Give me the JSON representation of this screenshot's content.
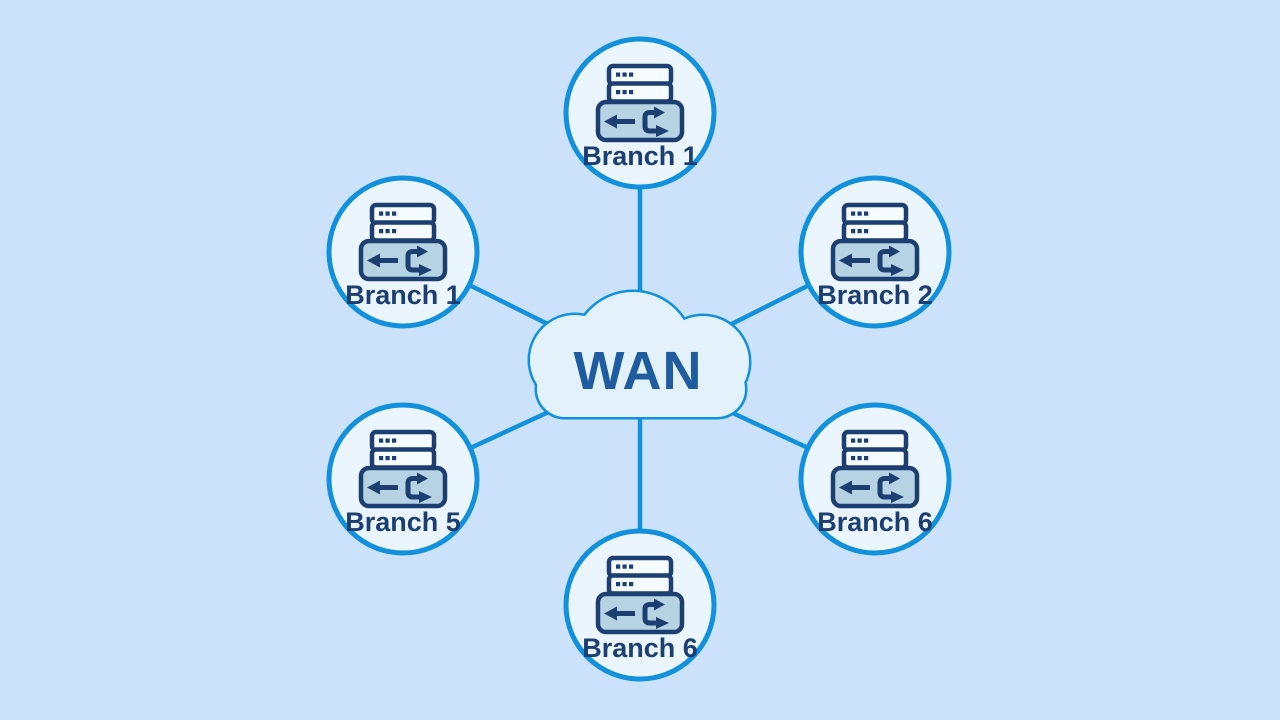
{
  "diagram": {
    "type": "hub-and-spoke-network-topology",
    "hub": {
      "label": "WAN",
      "shape": "cloud"
    },
    "nodes": [
      {
        "position": "top",
        "label": "Branch 1",
        "icon": "server-router-icon"
      },
      {
        "position": "upper-left",
        "label": "Branch 1",
        "icon": "server-router-icon"
      },
      {
        "position": "upper-right",
        "label": "Branch 2",
        "icon": "server-router-icon"
      },
      {
        "position": "lower-left",
        "label": "Branch 5",
        "icon": "server-router-icon"
      },
      {
        "position": "lower-right",
        "label": "Branch 6",
        "icon": "server-router-icon"
      },
      {
        "position": "bottom",
        "label": "Branch 6",
        "icon": "server-router-icon"
      }
    ],
    "links": [
      "hub-to-top",
      "hub-to-upper-left",
      "hub-to-upper-right",
      "hub-to-lower-left",
      "hub-to-lower-right",
      "hub-to-bottom"
    ],
    "colors": {
      "background": "#cbe2fa",
      "stroke_blue": "#1190dc",
      "node_fill": "#eaf5fd",
      "cloud_fill": "#e3f1fb",
      "label_navy": "#1c3e70",
      "hub_text": "#1e5c9f",
      "router_fill": "#b5d3e2",
      "server_fill": "#f5fbff"
    }
  }
}
